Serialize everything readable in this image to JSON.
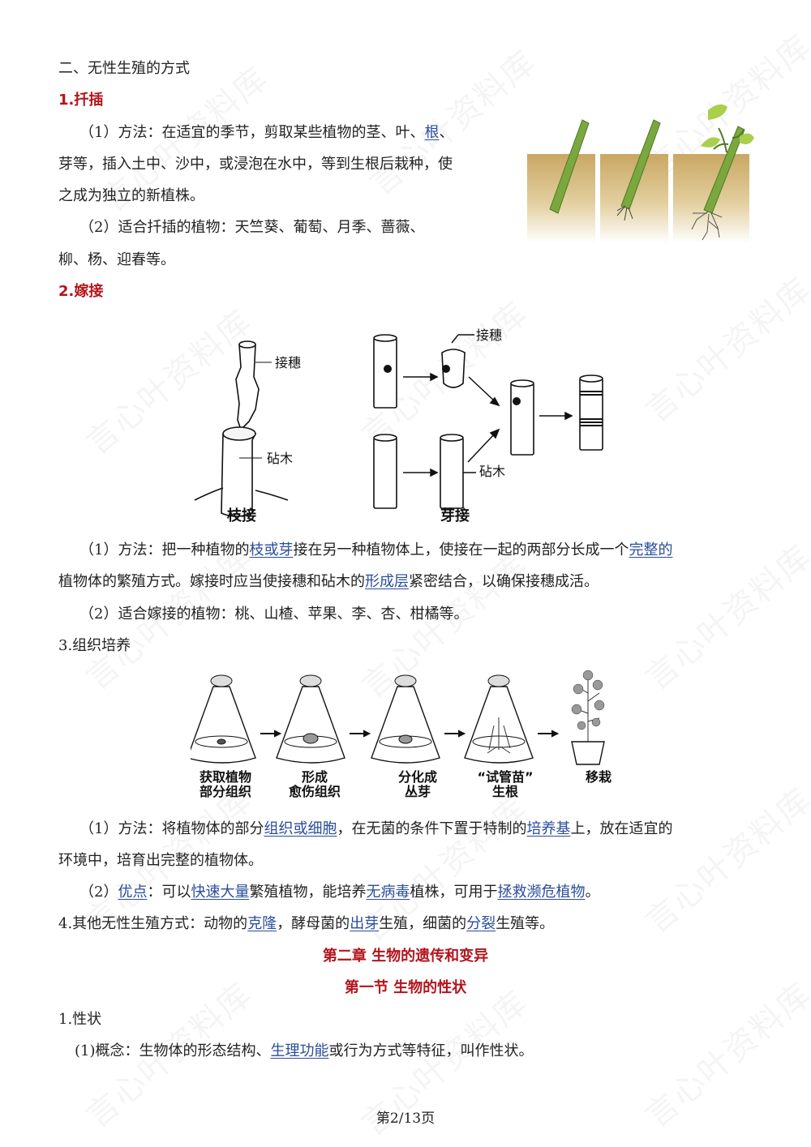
{
  "watermark": "言心叶资料库",
  "section_title": "二、无性生殖的方式",
  "cutting": {
    "heading": "1.扦插",
    "method_prefix": "（1）方法：在适宜的季节，剪取某些植物的茎、叶、",
    "method_fill": "根",
    "method_line1_suffix": "、",
    "method_line2": "芽等，插入土中、沙中，或浸泡在水中，等到生根后栽种，使",
    "method_line3": "之成为独立的新植株。",
    "plants_line1": "（2）适合扦插的植物：天竺葵、葡萄、月季、蔷薇、",
    "plants_line2": "柳、杨、迎春等。"
  },
  "grafting": {
    "heading": "2.嫁接",
    "figure": {
      "label_scion": "接穗",
      "label_rootstock": "砧木",
      "caption_branch": "枝接",
      "caption_bud": "芽接"
    },
    "method_p1": "（1）方法：把一种植物的",
    "method_fill1": "枝或芽",
    "method_p2": "接在另一种植物体上，使接在一起的两部分长成一个",
    "method_fill2": "完整的",
    "method_line2_p1": "植物体的繁殖方式。嫁接时应当使接穗和砧木的",
    "method_fill3": "形成层",
    "method_line2_p2": "紧密结合，以确保接穗成活。",
    "plants": "（2）适合嫁接的植物：桃、山楂、苹果、李、杏、柑橘等。"
  },
  "tissue_culture": {
    "heading": "3.组织培养",
    "steps": [
      {
        "line1": "获取植物",
        "line2": "部分组织"
      },
      {
        "line1": "形成",
        "line2": "愈伤组织"
      },
      {
        "line1": "分化成",
        "line2": "丛芽"
      },
      {
        "line1": "“试管苗”",
        "line2": "生根"
      },
      {
        "line1": "移栽",
        "line2": ""
      }
    ],
    "method_p1": "（1）方法：将植物体的部分",
    "method_fill1": "组织或细胞",
    "method_p2": "，在无菌的条件下置于特制的",
    "method_fill2": "培养基",
    "method_p3": "上，放在适宜的",
    "method_line2": "环境中，培育出完整的植物体。",
    "adv_p1": "（2）",
    "adv_fill1": "优点",
    "adv_p2": "：可以",
    "adv_fill2": "快速大量",
    "adv_p3": "繁殖植物，能培养",
    "adv_fill3": "无病毒",
    "adv_p4": "植株，可用于",
    "adv_fill4": "拯救濒危植物",
    "adv_p5": "。"
  },
  "other": {
    "p1": "4.其他无性生殖方式：动物的",
    "fill1": "克隆",
    "p2": "，酵母菌的",
    "fill2": "出芽",
    "p3": "生殖，细菌的",
    "fill3": "分裂",
    "p4": "生殖等。"
  },
  "chapter": {
    "title": "第二章  生物的遗传和变异",
    "section": "第一节  生物的性状"
  },
  "traits": {
    "heading": "1.性状",
    "concept_p1": "(1)概念：生物体的形态结构、",
    "concept_fill": "生理功能",
    "concept_p2": "或行为方式等特征，叫作性状。"
  },
  "footer": {
    "page": "第2/13页"
  },
  "colors": {
    "heading_red": "#b3141c",
    "fill_blue": "#2a4d9b"
  }
}
